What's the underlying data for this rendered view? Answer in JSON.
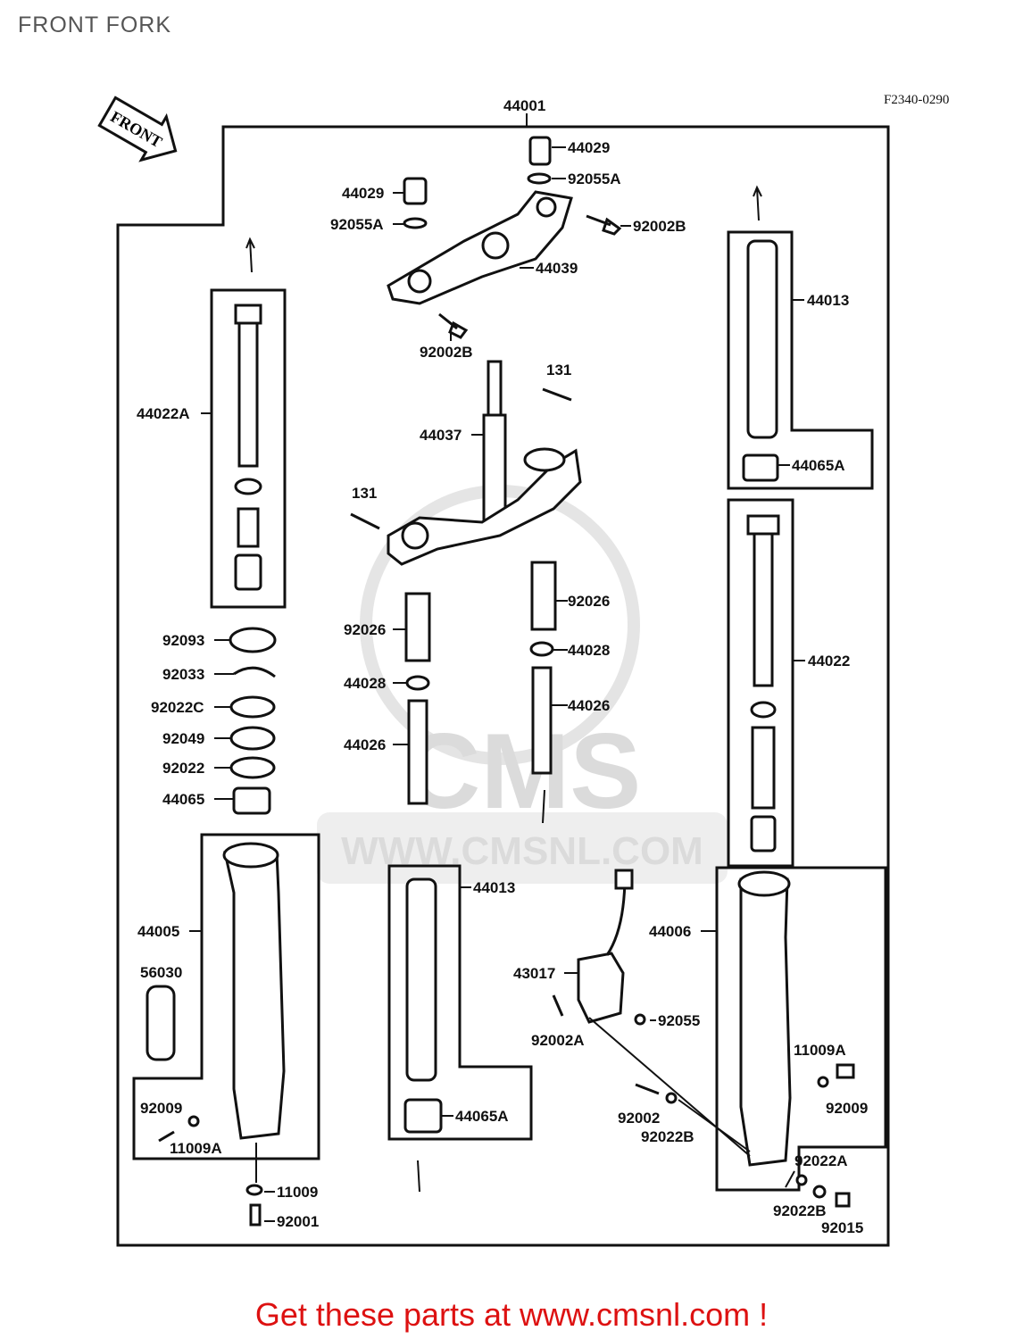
{
  "title": "FRONT FORK",
  "drawing_code": "F2340-0290",
  "front_label": "FRONT",
  "watermark": {
    "brand": "CMS",
    "url": "WWW.CMSNL.COM"
  },
  "footer": {
    "text": "Get these parts at www.cmsnl.com !",
    "color": "#dd1111"
  },
  "callouts": [
    "44001",
    "44029",
    "92055A",
    "44029",
    "92055A",
    "92002B",
    "44039",
    "92002B",
    "131",
    "44037",
    "131",
    "44022A",
    "44013",
    "44065A",
    "44022",
    "92093",
    "92033",
    "92022C",
    "92049",
    "92022",
    "44065",
    "92026",
    "92026",
    "44028",
    "44028",
    "44026",
    "44026",
    "44013",
    "44005",
    "56030",
    "44065A",
    "92009",
    "11009A",
    "11009",
    "92001",
    "43017",
    "92002A",
    "92055",
    "44006",
    "11009A",
    "92009",
    "92002",
    "92022B",
    "92022A",
    "92022B",
    "92015"
  ]
}
